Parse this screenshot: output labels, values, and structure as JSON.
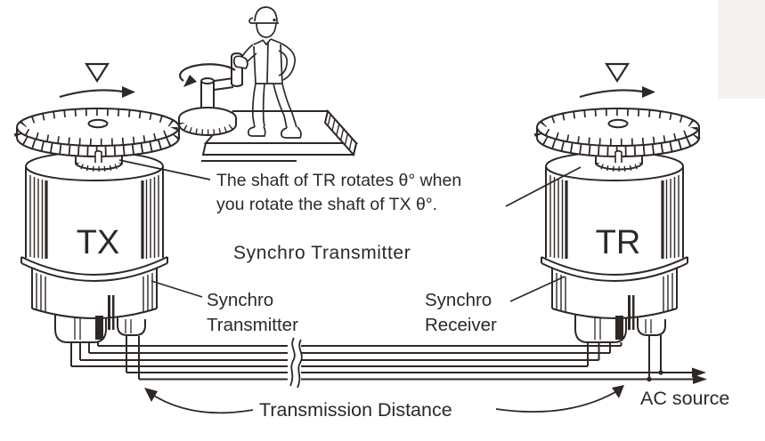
{
  "figure": {
    "annotation": {
      "line1": "The shaft of TR rotates θ° when",
      "line2": "you rotate the shaft of TX θ°."
    },
    "heading": "Synchro Transmitter",
    "tx": {
      "label": "TX",
      "caption_line1": "Synchro",
      "caption_line2": "Transmitter"
    },
    "tr": {
      "label": "TR",
      "caption_line1": "Synchro",
      "caption_line2": "Receiver"
    },
    "transmission_distance_label": "Transmission Distance",
    "ac_source_label": "AC source",
    "icons": {
      "index_marker": "triangle-down-outline",
      "rotation_arrow": "curved-arrow-right",
      "crank_rotation_arrow": "elliptical-ccw-arrow",
      "wire_break": "double-squiggle-break",
      "ac_arrowheads": "solid-right-arrowheads"
    },
    "colors": {
      "line": "#2e2825",
      "background": "#ffffff",
      "corner_artifact": "#f5f3f1"
    }
  }
}
